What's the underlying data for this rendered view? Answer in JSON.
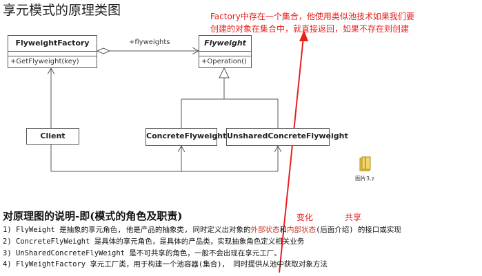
{
  "title": "享元模式的原理类图",
  "diagram": {
    "classes": {
      "factory": {
        "name": "FlyweightFactory",
        "ops": [
          "+GetFlyweight(key)"
        ]
      },
      "flyweight": {
        "name": "Flyweight",
        "ops": [
          "+Operation()"
        ]
      },
      "client": {
        "name": "Client"
      },
      "concrete": {
        "name": "ConcreteFlyweight"
      },
      "unshared": {
        "name": "UnsharedConcreteFlyweight"
      }
    },
    "assoc_label": "+flyweights"
  },
  "annotation": {
    "line1": "Factory中存在一个集合，他使用类似池技术如果我们要",
    "line2": "创建的对象在集合中，就直接返回，如果不存在则创建"
  },
  "labels": {
    "change": "变化",
    "share": "共享"
  },
  "file_icon": {
    "label": "图片3.z",
    "icon": "folder-icon"
  },
  "section": {
    "title": "对原理图的说明-即(模式的角色及职责)",
    "line1": {
      "a": "1) FlyWeight 是抽象的享元角色, 他是产品的抽象类, 同时定义出对象的",
      "b": "外部状态",
      "c": "和",
      "d": "内部状态",
      "e": "(后面介绍) 的接口或实现"
    },
    "line2": "2) ConcreteFlyWeight 是具体的享元角色，是具体的产品类，实现抽象角色定义相关业务",
    "line3": "3) UnSharedConcreteFlyWeight 是不可共享的角色，一般不会出现在享元工厂。",
    "line4": "4) FlyWeightFactory  享元工厂类，用于构建一个池容器(集合)， 同时提供从池中获取对象方法"
  },
  "colors": {
    "annotation": "#e8201c",
    "line": "#555555"
  }
}
